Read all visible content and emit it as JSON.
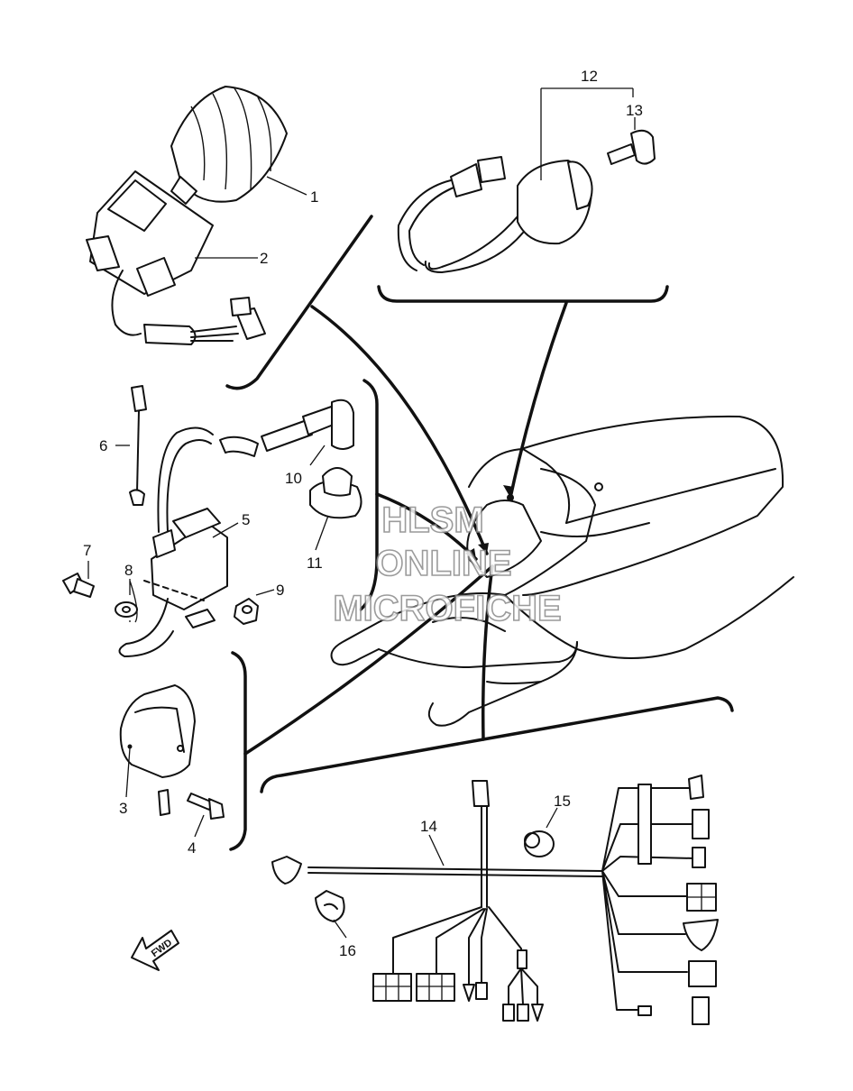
{
  "callouts": {
    "c1": "1",
    "c2": "2",
    "c3": "3",
    "c4": "4",
    "c5": "5",
    "c6": "6",
    "c7": "7",
    "c8": "8",
    "c9": "9",
    "c10": "10",
    "c11": "11",
    "c12": "12",
    "c13": "13",
    "c14": "14",
    "c15": "15",
    "c16": "16"
  },
  "watermark": {
    "line1": "HLSM",
    "line2": "ONLINE",
    "line3": "MICROFICHE"
  },
  "direction_arrow": {
    "label": "FWD"
  }
}
